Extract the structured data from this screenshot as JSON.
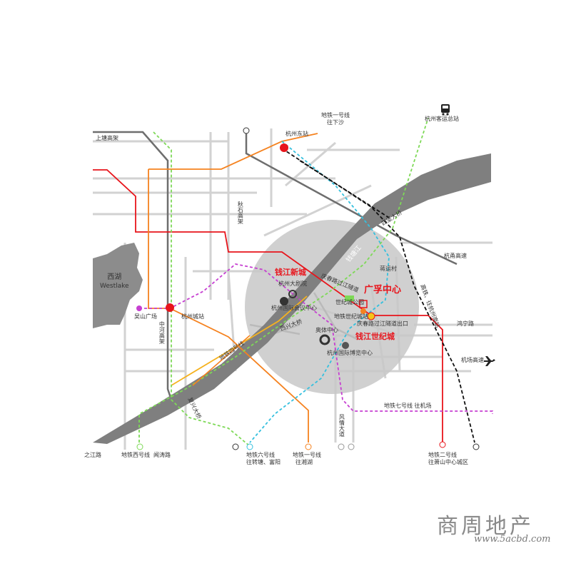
{
  "colors": {
    "river": "#7f7f7f",
    "lake": "#8c8c8c",
    "zone": "#c8c8c8",
    "road": "#d2d2d2",
    "line1": "#e8141b",
    "line2": "#e8141b",
    "line4": "#f5821f",
    "line6": "#35c0de",
    "line7": "#c63fd1",
    "westline": "#7ed957",
    "rail": "#111111",
    "highway": "#6e6e6e"
  },
  "labels": {
    "metro1_north": "地铁一号线",
    "metro1_north_dir": "往下沙",
    "bus_station": "杭州客运总站",
    "east_station": "杭州东站",
    "shangtang": "上塘高架",
    "qiushi": "秋石高架",
    "hangzhou_bridge": "四堡大桥",
    "hangyong": "杭甬高速",
    "river": "钱塘江",
    "jiangcun": "蒋运村",
    "hangzhou_rail": "高铁、往杭州南站",
    "lake_cn": "西湖",
    "lake_en": "Westlake",
    "wushan": "吴山广场",
    "city_station": "杭州城站",
    "zhonghe": "中河高架",
    "qianjiang_new": "钱江新城",
    "grand_theater": "杭州大剧院",
    "conf_center": "杭州国际会议中心",
    "tunnel1": "庆春路过江隧道",
    "square": "广孚中心",
    "century_park": "世纪城公园",
    "century_station": "地铁世纪城站",
    "tunnel_exit": "庆春路过江隧道出口",
    "century_city": "钱江世纪城",
    "hongning": "鸿宁路",
    "sports": "奥体中心",
    "expo": "杭州国际博览中心",
    "airport_hw": "机场高速",
    "fuxing": "复兴大桥",
    "xixing": "西兴大桥",
    "metro4_mid": "地铁四号线",
    "metro7": "地铁七号线 往机场",
    "fengqing": "风情大道",
    "zhijiang": "之江路",
    "west_line": "地铁西号线",
    "minhai": "闻涛路",
    "metro6": "地铁六号线",
    "metro6_dir": "往转塘、富阳",
    "metro1_south": "地铁一号线",
    "metro1_south_dir": "往湘湖",
    "metro2": "地铁二号线",
    "metro2_dir": "往萧山中心城区",
    "wm_cn": "商周地产",
    "wm_url": "www.5acbd.com"
  },
  "icons": [
    "bus-icon",
    "airplane-icon",
    "metro-icon"
  ]
}
